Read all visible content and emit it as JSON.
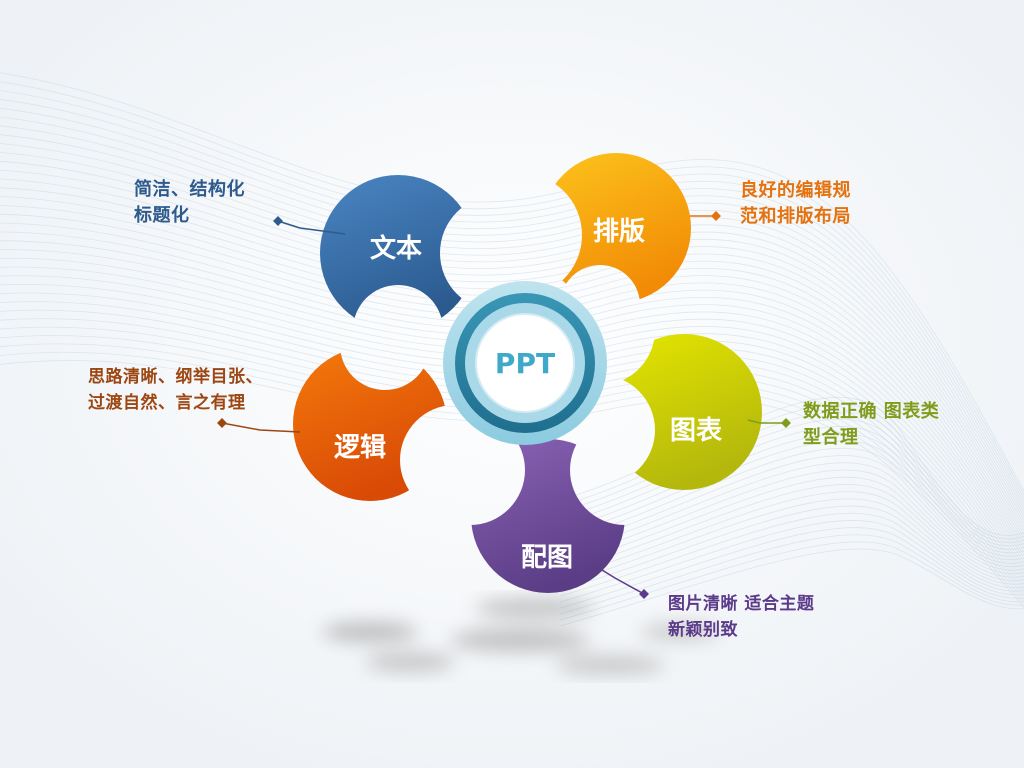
{
  "diagram": {
    "center": {
      "label": "PPT"
    },
    "petals": [
      {
        "key": "text",
        "title": "文本",
        "desc_lines": [
          "简洁、结构化",
          "标题化"
        ],
        "color_dark": "#2b5a8f",
        "color_light": "#4a86c3",
        "text_color": "#2e5b8c"
      },
      {
        "key": "layout",
        "title": "排版",
        "desc_lines": [
          "良好的编辑规",
          "范和排版布局"
        ],
        "color_dark": "#f28c06",
        "color_light": "#fcc41c",
        "text_color": "#e4720e"
      },
      {
        "key": "chart",
        "title": "图表",
        "desc_lines": [
          "数据正确 图表类",
          "型合理"
        ],
        "color_dark": "#b4b80c",
        "color_light": "#e5e600",
        "text_color": "#7f9c1a"
      },
      {
        "key": "image",
        "title": "配图",
        "desc_lines": [
          "图片清晰 适合主题",
          "新颖别致"
        ],
        "color_dark": "#5b3d86",
        "color_light": "#8b63b5",
        "text_color": "#5c3a8a"
      },
      {
        "key": "logic",
        "title": "逻辑",
        "desc_lines": [
          "思路清晰、纲举目张、",
          "过渡自然、言之有理"
        ],
        "color_dark": "#d94a06",
        "color_light": "#f47a0c",
        "text_color": "#9c4712"
      }
    ]
  }
}
